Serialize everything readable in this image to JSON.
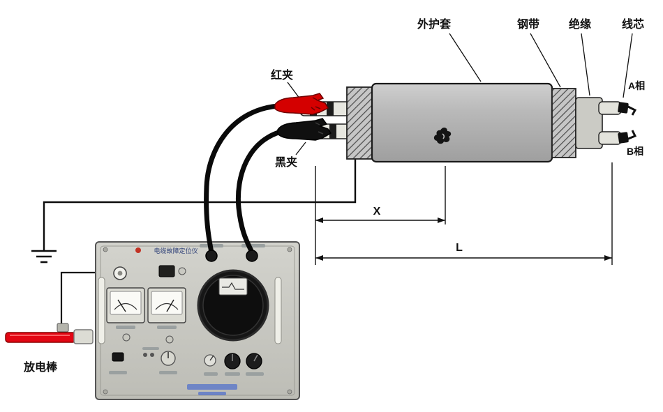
{
  "diagram": {
    "cable": {
      "outer_sheath": "外护套",
      "steel_tape": "钢带",
      "insulation": "绝缘",
      "core": "线芯",
      "phase_a": "A相",
      "phase_b": "B相"
    },
    "clamps": {
      "red": "红夹",
      "black": "黑夹"
    },
    "rod": {
      "label": "放电棒"
    },
    "dims": {
      "x": "X",
      "l": "L"
    },
    "panel": {
      "title": "电缆故障定位仪"
    },
    "colors": {
      "rod_red": "#e30613",
      "clamp_red": "#d40000",
      "cable_gray": "#b5b5b5"
    }
  }
}
